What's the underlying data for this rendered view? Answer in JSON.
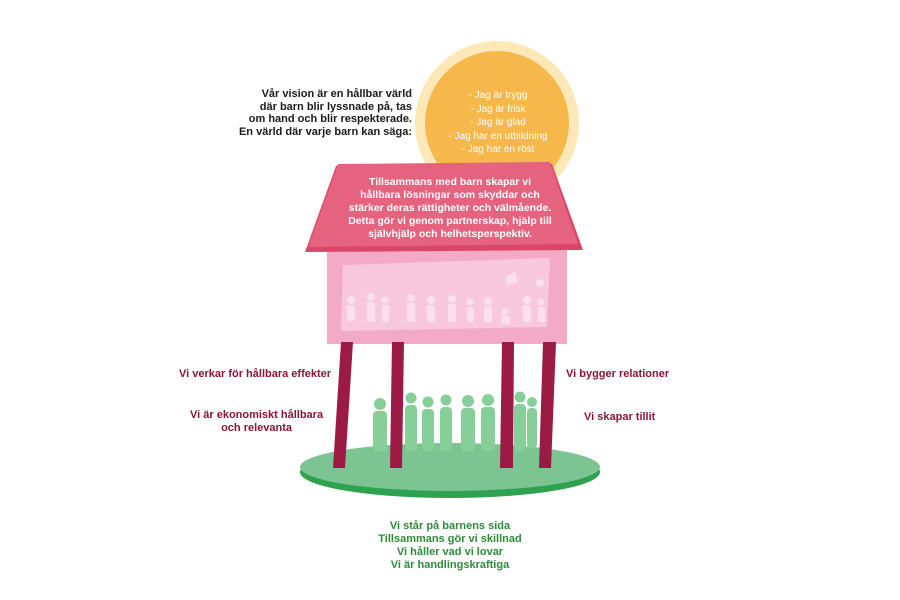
{
  "vision": {
    "lines": [
      "Vår vision är en hållbar värld",
      "där barn blir lyssnade på, tas",
      "om hand och blir respekterade.",
      "En värld där varje barn kan säga:"
    ]
  },
  "sun": {
    "items": [
      "- Jag är trygg",
      "- Jag är frisk",
      "- Jag är glad",
      "- Jag har en utbildning",
      "- Jag har en röst"
    ]
  },
  "roof": {
    "lines": [
      "Tillsammans med barn skapar vi",
      "hållbara lösningar som skyddar och",
      "stärker deras rättigheter och välmående.",
      "Detta gör vi genom partnerskap, hjälp till",
      "självhjälp och helhetsperspektiv."
    ]
  },
  "left_pillars": {
    "top": "Vi verkar för hållbara effekter",
    "bottom": [
      "Vi är ekonomiskt hållbara",
      "och relevanta"
    ]
  },
  "right_pillars": {
    "top": "Vi bygger relationer",
    "bottom": "Vi skapar tillit"
  },
  "values": [
    "Vi står på barnens sida",
    "Tillsammans gör vi skillnad",
    "Vi håller vad vi lovar",
    "Vi är handlingskraftiga"
  ],
  "colors": {
    "sun_halo": "#fde8b8",
    "sun": "#f7b84b",
    "roof": "#e5637f",
    "roof_edge": "#d9466a",
    "wall": "#f2aac6",
    "window": "#f8c8db",
    "children": "#fbe0ea",
    "pillar": "#9b1b45",
    "ground": "#7cc492",
    "ground_edge": "#2ea24f",
    "people": "#86cf99",
    "text_dark": "#1a1a1a",
    "text_red": "#8a1538",
    "text_green": "#2e8b3a"
  }
}
